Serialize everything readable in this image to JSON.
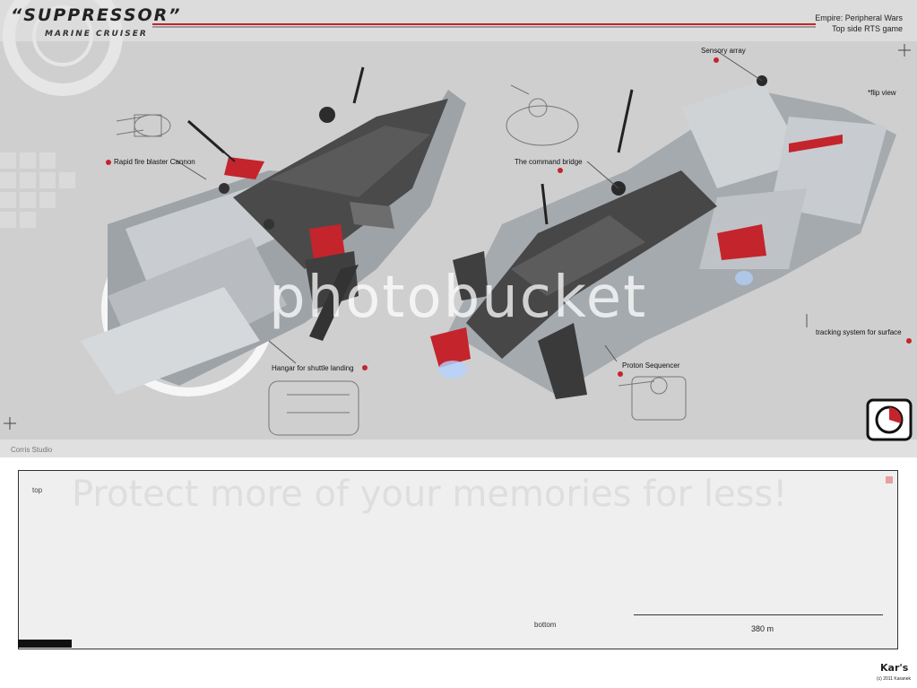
{
  "header": {
    "title": "“SUPPRESSOR”",
    "subtitle": "MARINE CRUISER",
    "game_line1": "Empire: Peripheral Wars",
    "game_line2": "Top side RTS game"
  },
  "callouts": {
    "rapid_fire": "Rapid fire blaster Cannon",
    "hangar": "Hangar for shuttle landing",
    "command_bridge": "The command bridge",
    "sensory_array": "Sensory array",
    "flip_view": "*flip view",
    "tracking": "tracking system for surface",
    "proton": "Proton Sequencer"
  },
  "footer": {
    "studio": "Corris Studio"
  },
  "lower_panel": {
    "top_label": "top",
    "bottom_label": "bottom",
    "scale_label": "380 m"
  },
  "signature": {
    "author": "Kar's",
    "year": "(c) 2011 Karanek"
  },
  "watermarks": {
    "main": "photobucket",
    "banner": "Protect more of your memories for less!"
  },
  "colors": {
    "accent_red": "#c4242c",
    "panel_grey": "#cfcfcf",
    "hull_dark": "#4a4a4a",
    "hull_light": "#b8bcc0"
  },
  "icons": [
    "emblem-icon",
    "crosshair-icon",
    "ship-render-icon",
    "turret-sketch-icon"
  ]
}
